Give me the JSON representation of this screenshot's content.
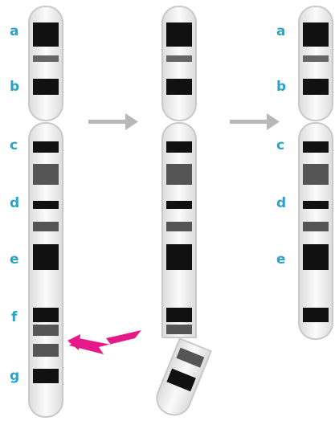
{
  "colors": {
    "label": "#2aa3c8",
    "arrow": "#b8b8b8",
    "lightning": "#e6198a",
    "chromosome_fill": "#f2f2f2",
    "chromosome_outline": "#c9c9c9",
    "band_dark": "#111111",
    "band_medium": "#555555",
    "band_light": "#777777"
  },
  "labels": {
    "left": [
      "a",
      "b",
      "c",
      "d",
      "e",
      "f",
      "g"
    ],
    "right": [
      "a",
      "b",
      "c",
      "d",
      "e"
    ]
  },
  "icons": {
    "process_arrow": "right-arrow-icon",
    "break_marker": "lightning-bolt-icon"
  }
}
